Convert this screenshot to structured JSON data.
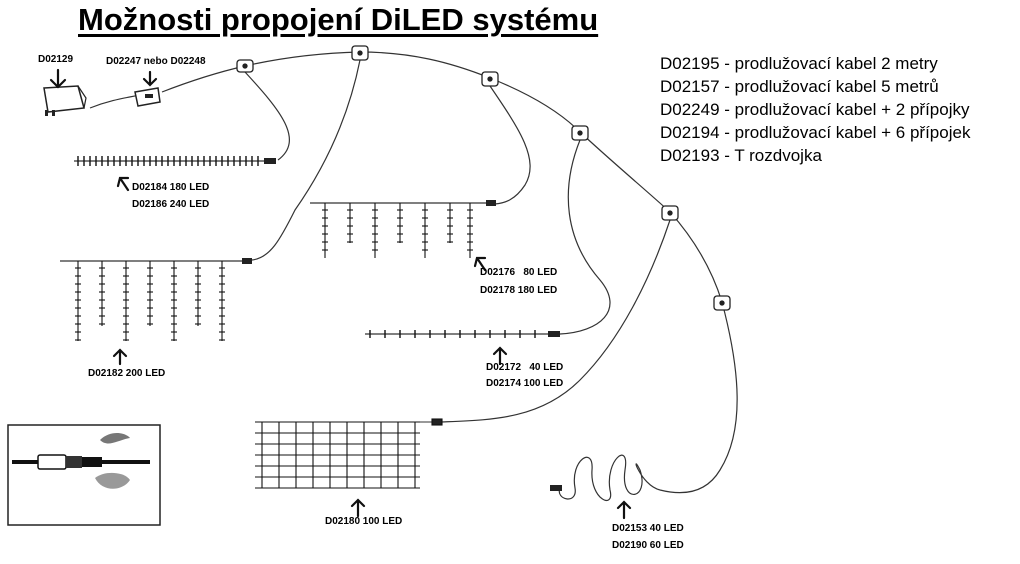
{
  "title": "Možnosti propojení DiLED systému",
  "legend": [
    "D02195 - prodlužovací kabel 2 metry",
    "D02157 - prodlužovací kabel 5 metrů",
    "D02249 - prodlužovací kabel + 2 přípojky",
    "D02194 - prodlužovací kabel + 6 přípojek",
    "D02193 - T rozdvojka"
  ],
  "labels": {
    "adapter": "D02129",
    "controller": "D02247 nebo D02248",
    "string_a_1": "D02184 180 LED",
    "string_a_2": "D02186 240 LED",
    "icicle_small_1": "D02176   80 LED",
    "icicle_small_2": "D02178 180 LED",
    "icicle_big": "D02182 200 LED",
    "string_b_1": "D02172   40 LED",
    "string_b_2": "D02174 100 LED",
    "net": "D02180 100 LED",
    "coil_1": "D02153 40 LED",
    "coil_2": "D02190 60 LED"
  }
}
